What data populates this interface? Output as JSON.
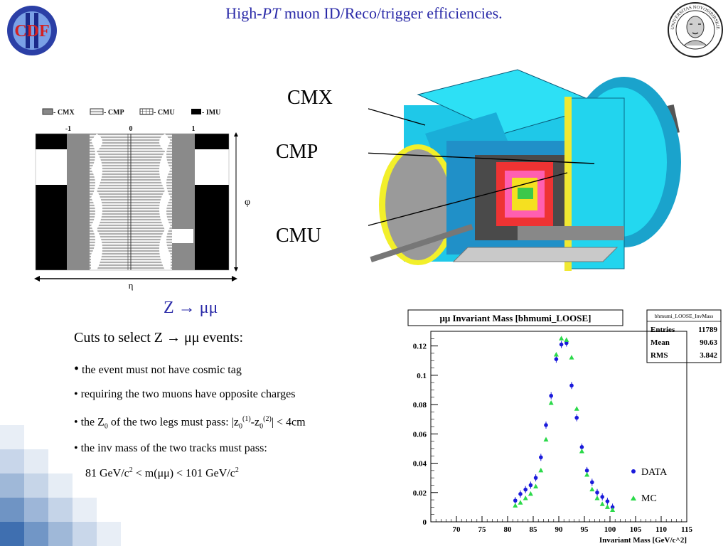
{
  "title": {
    "prefix": "High-",
    "pt": "PT",
    "suffix": " muon ID/Reco/trigger efficiencies."
  },
  "logos": {
    "left": "CDF",
    "right": "UNIVERSITAS NOVOSIBIRSKIENSIS"
  },
  "coverage_legend": [
    "- CMX",
    "- CMP",
    "- CMU",
    "- IMU"
  ],
  "coverage_ticks": [
    "-1",
    "0",
    "1"
  ],
  "coverage_axes": {
    "phi": "φ",
    "eta": "η"
  },
  "detector_labels": [
    "CMX",
    "CMP",
    "CMU"
  ],
  "z_heading": "Z  → μμ",
  "cuts": {
    "heading": "Cuts to select Z  → μμ  events:",
    "b1": "the event must not have cosmic tag",
    "b2": "• requiring the two muons have opposite charges",
    "b3_a": "• the Z",
    "b3_sub0": "0",
    "b3_b": " of the two legs must pass: |z",
    "b3_sup1": "(1)",
    "b3_c": "-z",
    "b3_sup2": "(2)",
    "b3_d": "| < 4cm",
    "b4": "• the inv mass of the two tracks must pass:",
    "b5_a": "81 GeV/c",
    "b5_sup": "2",
    "b5_b": " < m(μμ) < 101 GeV/c",
    "b5_sup2": "2"
  },
  "colors": {
    "title_blue": "#2a2aa8",
    "data_blue": "#1a1adb",
    "mc_green": "#2bd94a"
  },
  "chart_data": {
    "type": "scatter",
    "title": "μμ Invariant Mass [bhmumi_LOOSE]",
    "xlabel": "Invariant Mass [GeV/c^2]",
    "ylabel": "",
    "xlim": [
      65,
      115
    ],
    "ylim": [
      0,
      0.13
    ],
    "xticks": [
      "70",
      "75",
      "80",
      "85",
      "90",
      "95",
      "100",
      "105",
      "110",
      "115"
    ],
    "yticks": [
      "0",
      "0.02",
      "0.04",
      "0.06",
      "0.08",
      "0.1",
      "0.12"
    ],
    "stats": {
      "name": "bhmumi_LOOSE_InvMass",
      "rows": [
        [
          "Entries",
          "11789"
        ],
        [
          "Mean",
          "90.63"
        ],
        [
          "RMS",
          "3.842"
        ]
      ]
    },
    "legend": "bottom-right",
    "series": [
      {
        "name": "DATA",
        "color": "#1a1adb",
        "marker": "circle",
        "x": [
          81.5,
          82.5,
          83.5,
          84.5,
          85.5,
          86.5,
          87.5,
          88.5,
          89.5,
          90.5,
          91.5,
          92.5,
          93.5,
          94.5,
          95.5,
          96.5,
          97.5,
          98.5,
          99.5,
          100.5
        ],
        "y": [
          0.0145,
          0.019,
          0.022,
          0.025,
          0.03,
          0.044,
          0.066,
          0.086,
          0.111,
          0.121,
          0.122,
          0.093,
          0.071,
          0.051,
          0.035,
          0.027,
          0.02,
          0.017,
          0.014,
          0.01
        ]
      },
      {
        "name": "MC",
        "color": "#2bd94a",
        "marker": "triangle",
        "x": [
          81.5,
          82.5,
          83.5,
          84.5,
          85.5,
          86.5,
          87.5,
          88.5,
          89.5,
          90.5,
          91.5,
          92.5,
          93.5,
          94.5,
          95.5,
          96.5,
          97.5,
          98.5,
          99.5,
          100.5
        ],
        "y": [
          0.011,
          0.013,
          0.016,
          0.019,
          0.024,
          0.035,
          0.056,
          0.081,
          0.114,
          0.125,
          0.124,
          0.112,
          0.077,
          0.048,
          0.032,
          0.022,
          0.016,
          0.012,
          0.01,
          0.008
        ]
      }
    ]
  }
}
